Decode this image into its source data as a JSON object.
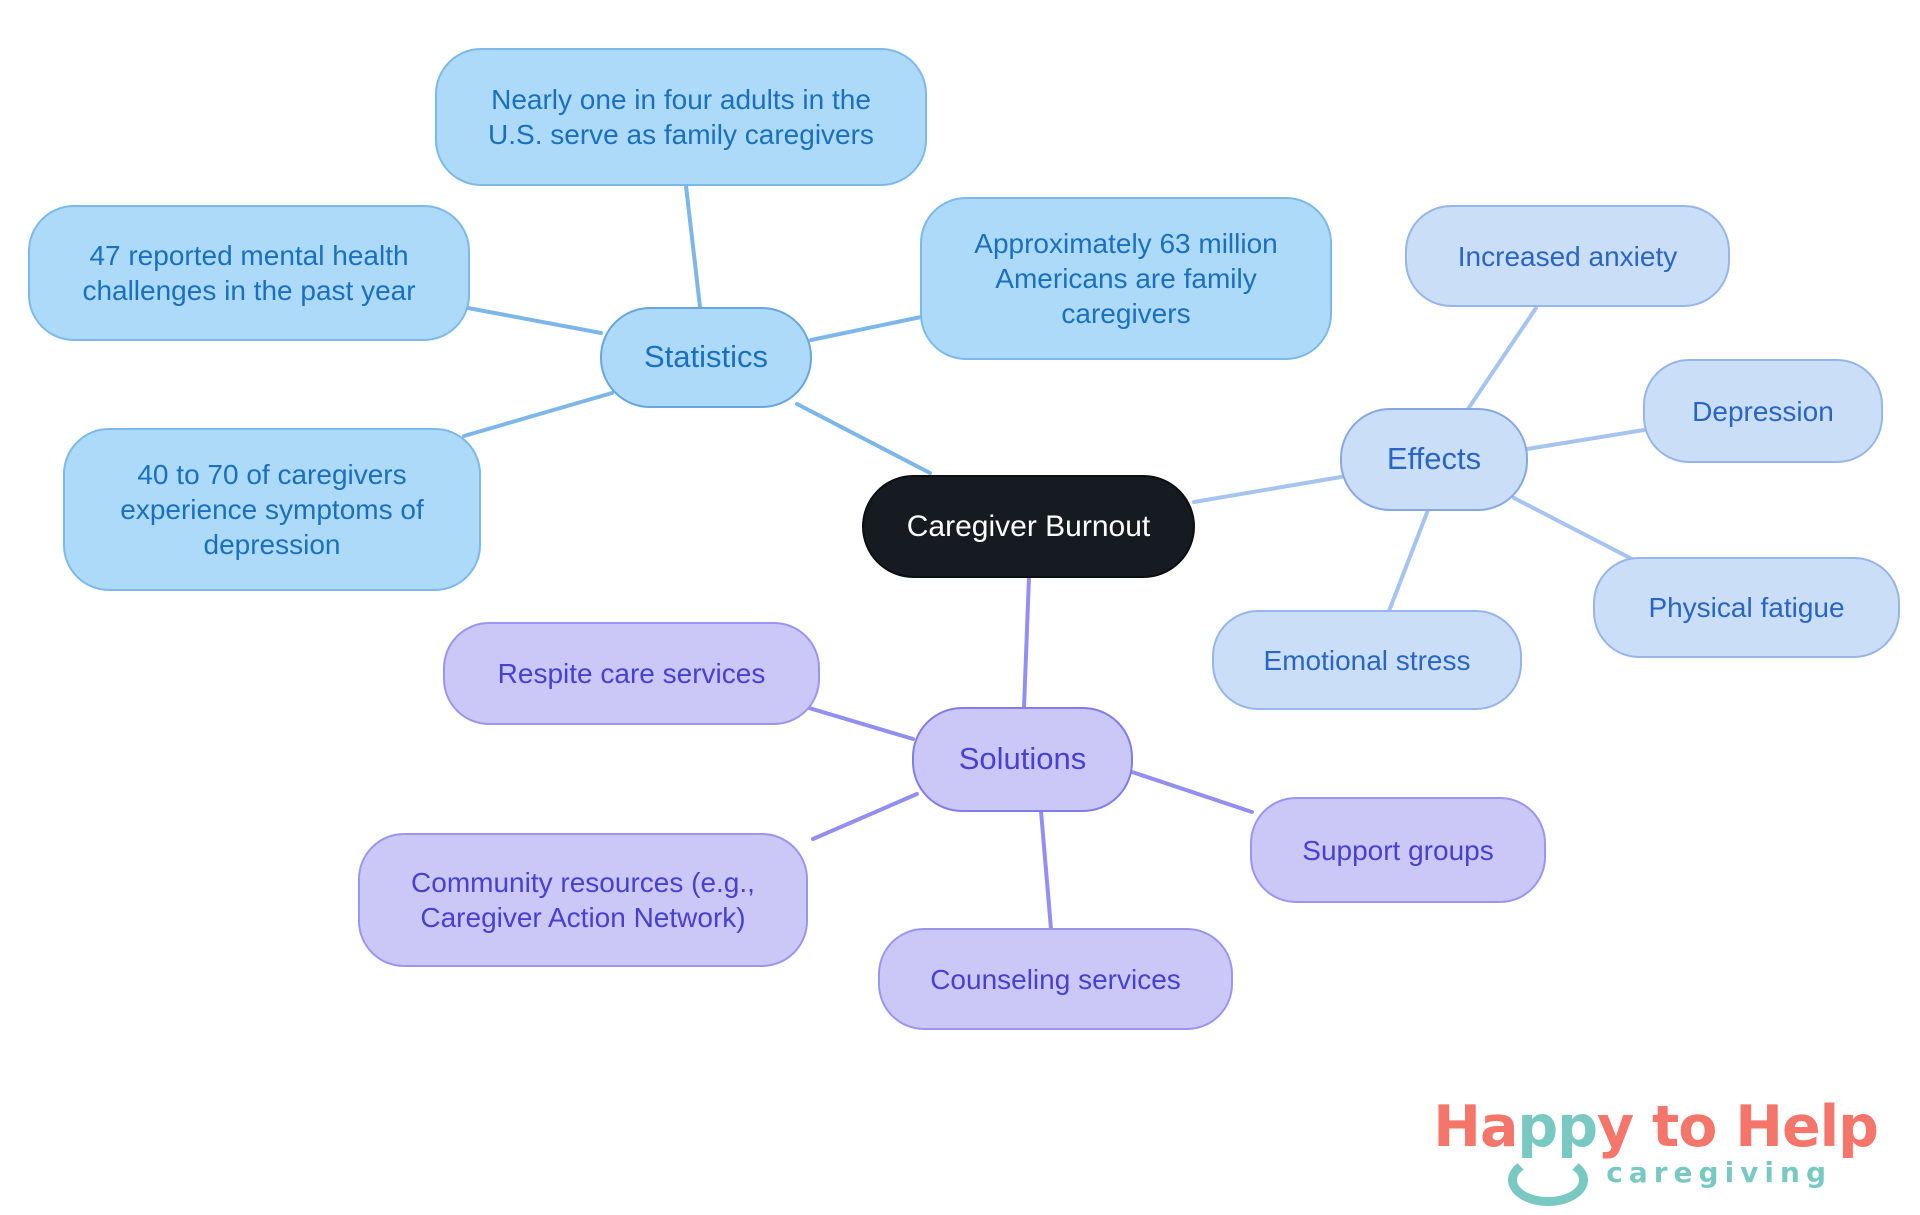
{
  "center": {
    "label": "Caregiver Burnout"
  },
  "branches": {
    "statistics": {
      "label": "Statistics",
      "children": [
        {
          "label": "Nearly one in four adults in the U.S. serve as family caregivers"
        },
        {
          "label": "47 reported mental health challenges in the past year"
        },
        {
          "label": "Approximately 63 million Americans are family caregivers"
        },
        {
          "label": "40 to 70 of caregivers experience symptoms of depression"
        }
      ]
    },
    "effects": {
      "label": "Effects",
      "children": [
        {
          "label": "Increased anxiety"
        },
        {
          "label": "Depression"
        },
        {
          "label": "Physical fatigue"
        },
        {
          "label": "Emotional stress"
        }
      ]
    },
    "solutions": {
      "label": "Solutions",
      "children": [
        {
          "label": "Respite care services"
        },
        {
          "label": "Community resources (e.g., Caregiver Action Network)"
        },
        {
          "label": "Support groups"
        },
        {
          "label": "Counseling services"
        }
      ]
    }
  },
  "logo": {
    "word_start": "Ha",
    "word_accent": "pp",
    "word_end": "y to Help",
    "subtitle": "caregiving"
  },
  "colors": {
    "stat_fill": "#ACDAF8",
    "stat_border": "#7CB9E9",
    "stat_text": "#1B70BE",
    "stat_parent_border": "#68A6DB",
    "eff_fill": "#CBDEF8",
    "eff_border": "#96B5E8",
    "eff_text": "#2966C1",
    "eff_parent_border": "#87A8E2",
    "sol_fill": "#CBC8F7",
    "sol_border": "#9A95EE",
    "sol_text": "#4840CF",
    "sol_parent_border": "#817CE7",
    "central_fill": "#161B22",
    "central_text": "#FFFFFF",
    "edge_stat": "#7DB6E9",
    "edge_eff": "#A6C4EF",
    "edge_sol": "#938EF1",
    "logo_coral": "#F4756A",
    "logo_teal": "#79C9C2"
  }
}
